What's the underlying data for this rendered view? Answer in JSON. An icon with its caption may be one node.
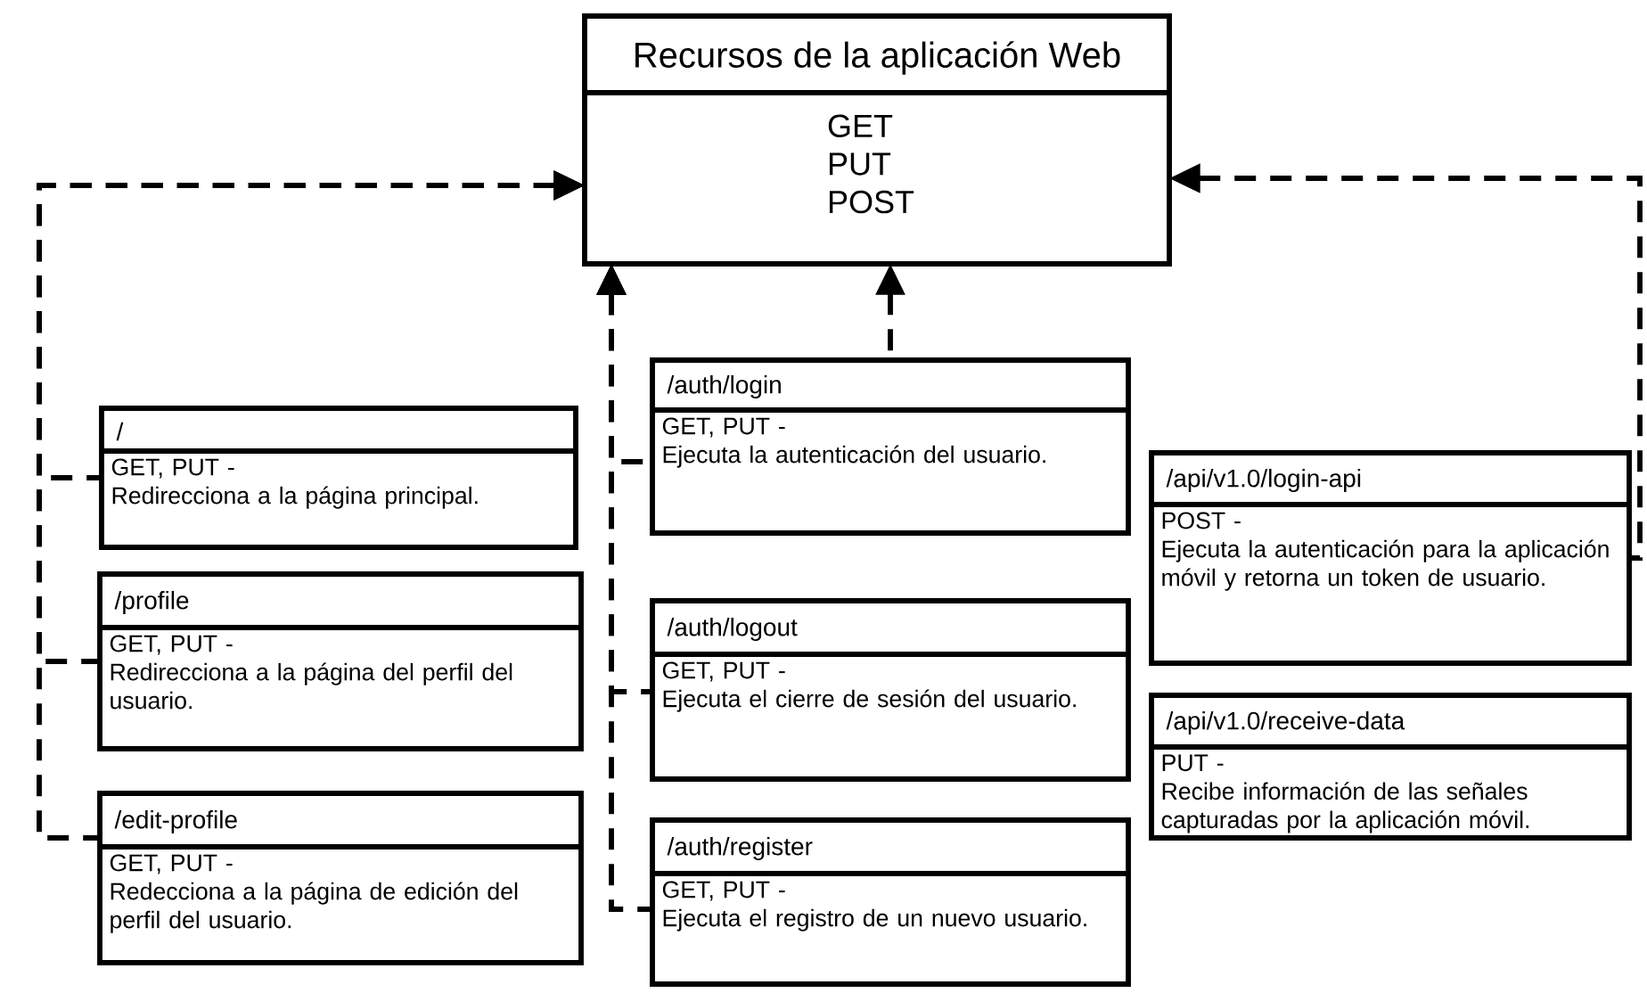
{
  "diagram": {
    "nodes": [
      {
        "text": [
          "Recursos de la aplicación Web",
          "GET PUT POST"
        ]
      },
      {
        "text": [
          "/",
          "GET, PUT -",
          "Redirecciona a la página principal."
        ]
      },
      {
        "text": [
          "/profile",
          "GET, PUT -",
          "Redirecciona a la página del perfil del usuario."
        ]
      },
      {
        "text": [
          "/edit-profile",
          "GET, PUT -",
          "Redecciona a la página de edición del perfil del usuario."
        ]
      },
      {
        "text": [
          "/auth/login",
          "GET, PUT -",
          "Ejecuta la autenticación del usuario."
        ]
      },
      {
        "text": [
          "/auth/logout",
          "GET, PUT -",
          "Ejecuta el cierre de sesión del usuario."
        ]
      },
      {
        "text": [
          "/auth/register",
          "GET, PUT -",
          "Ejecuta el registro de un nuevo usuario."
        ]
      },
      {
        "text": [
          "/api/v1.0/login-api",
          "POST -",
          "Ejecuta la autenticación para la aplicación móvil y retorna un token de usuario."
        ]
      },
      {
        "text": [
          "/api/v1.0/receive-data",
          "PUT -",
          "Recibe información de las señales capturadas por la aplicación móvil."
        ]
      }
    ],
    "edges": [
      {
        "from": 1,
        "to": 0,
        "arrow": "to",
        "style": "dashed"
      },
      {
        "from": 2,
        "to": 0,
        "arrow": "to",
        "style": "dashed"
      },
      {
        "from": 3,
        "to": 0,
        "arrow": "to",
        "style": "dashed"
      },
      {
        "from": 4,
        "to": 0,
        "arrow": "to",
        "style": "dashed"
      },
      {
        "from": 4,
        "to": 0,
        "arrow": "to",
        "style": "dashed"
      },
      {
        "from": 5,
        "to": 0,
        "arrow": "to",
        "style": "dashed"
      },
      {
        "from": 6,
        "to": 0,
        "arrow": "to",
        "style": "dashed"
      },
      {
        "from": 7,
        "to": 0,
        "arrow": "to",
        "style": "dashed"
      }
    ]
  }
}
